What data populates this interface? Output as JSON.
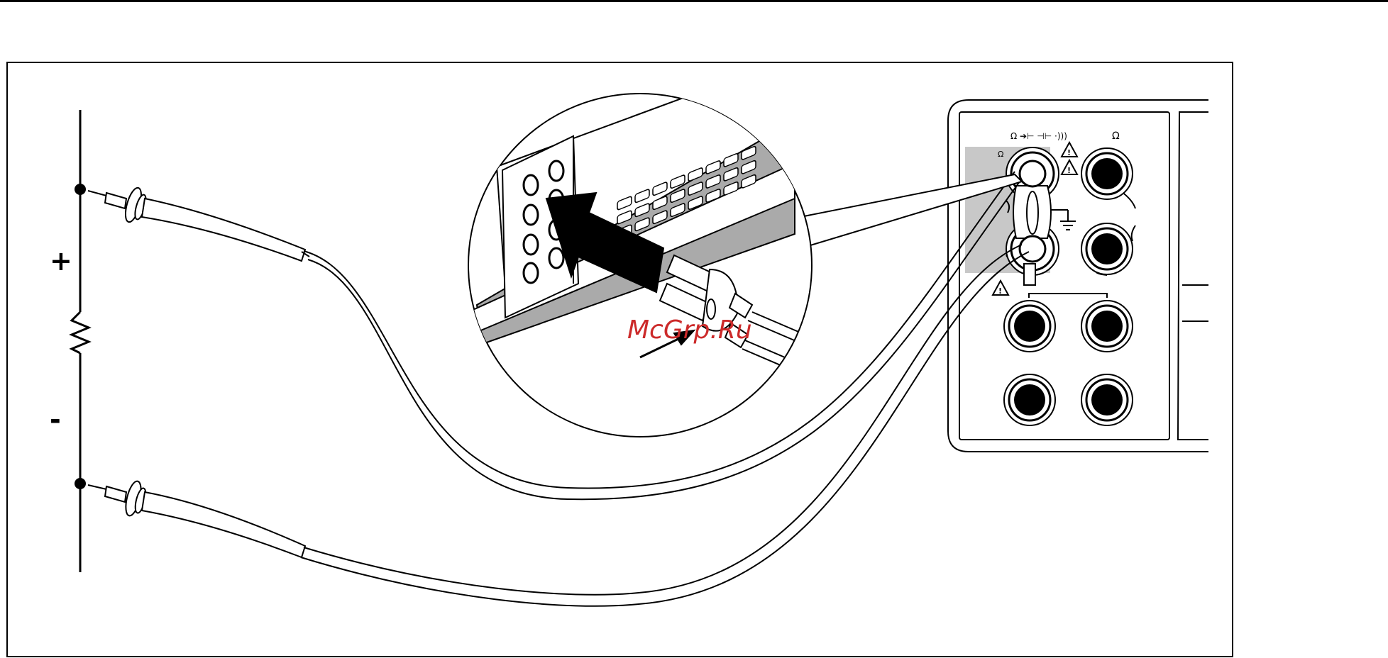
{
  "diagram": {
    "polarity_positive": "+",
    "polarity_negative": "-",
    "meter_terminal_functions": "Ω ➔⊢ ⊣⊢ ·)))",
    "meter_terminal_ohm_right": "Ω",
    "meter_terminal_ohm_small": "Ω",
    "warning_symbol": "!"
  },
  "watermark": {
    "text": "McGrp.Ru",
    "color": "#cc2a2a"
  },
  "colors": {
    "line": "#000000",
    "background": "#ffffff",
    "shaded_panel": "#c8c8c8"
  }
}
